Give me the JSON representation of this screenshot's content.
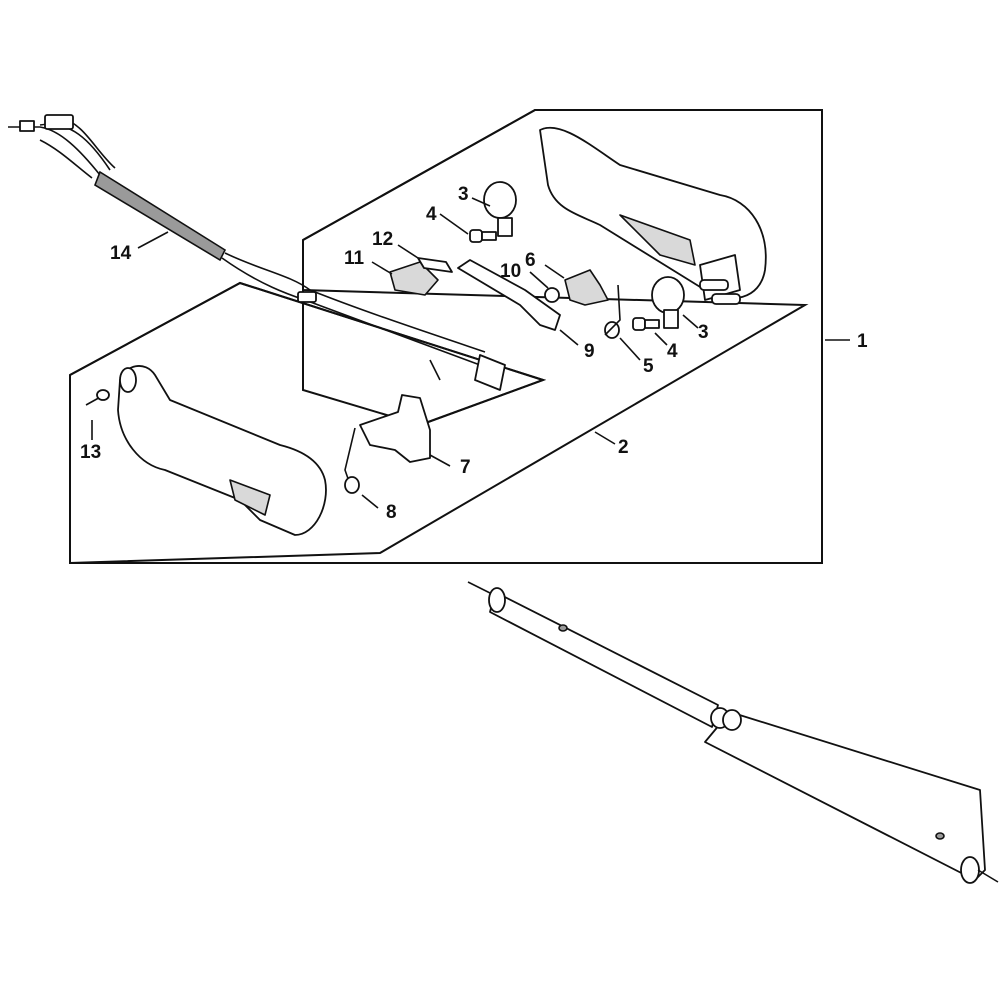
{
  "callouts": {
    "c1": "1",
    "c2": "2",
    "c3a": "3",
    "c3b": "3",
    "c4a": "4",
    "c4b": "4",
    "c5": "5",
    "c6": "6",
    "c7": "7",
    "c8": "8",
    "c9": "9",
    "c10": "10",
    "c11": "11",
    "c12": "12",
    "c13": "13",
    "c14": "14"
  }
}
